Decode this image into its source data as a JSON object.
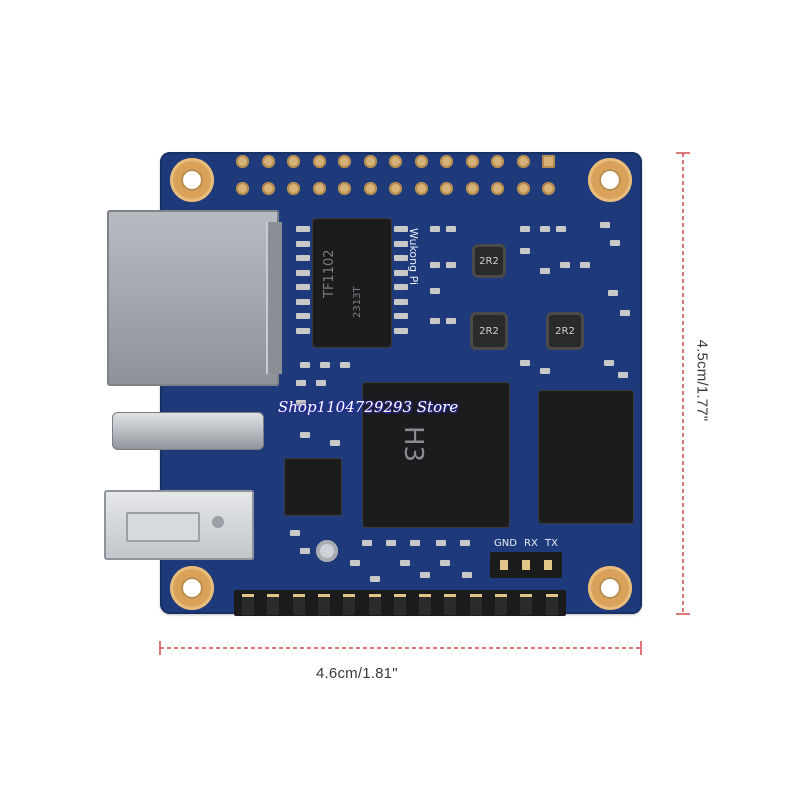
{
  "dimensions": {
    "width_label": "4.6cm/1.81\"",
    "height_label": "4.5cm/1.77\""
  },
  "board": {
    "name": "Wukong Pi",
    "soc_label": "H3",
    "transformer_label": "TF1102",
    "transformer_code": "2313T",
    "inductor_labels": [
      "2R2",
      "2R2",
      "2R2"
    ],
    "uart_labels": [
      "GND",
      "RX",
      "TX"
    ]
  },
  "watermark": "Shop1104729293 Store",
  "colors": {
    "pcb": "#1f3a7a",
    "pad": "#d9a15a",
    "dimension_line": "#d24a4a"
  }
}
